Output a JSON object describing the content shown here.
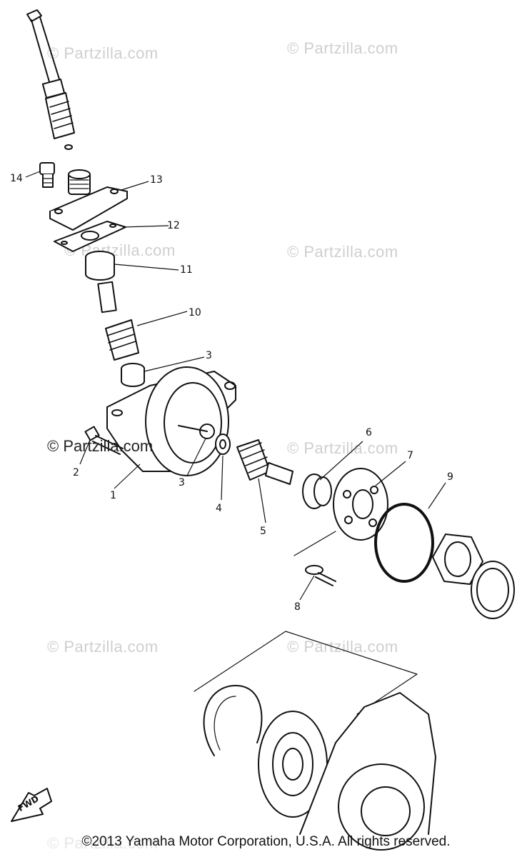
{
  "watermark": {
    "text": "© Partzilla.com",
    "color": "#cfcfcf"
  },
  "callouts": {
    "c1": "1",
    "c2": "2",
    "c3a": "3",
    "c3b": "3",
    "c4": "4",
    "c5": "5",
    "c6": "6",
    "c7": "7",
    "c8": "8",
    "c9": "9",
    "c10": "10",
    "c11": "11",
    "c12": "12",
    "c13": "13",
    "c14": "14"
  },
  "fwd_label": "FWD",
  "copyright": "©2013 Yamaha Motor Corporation, U.S.A. All rights reserved."
}
